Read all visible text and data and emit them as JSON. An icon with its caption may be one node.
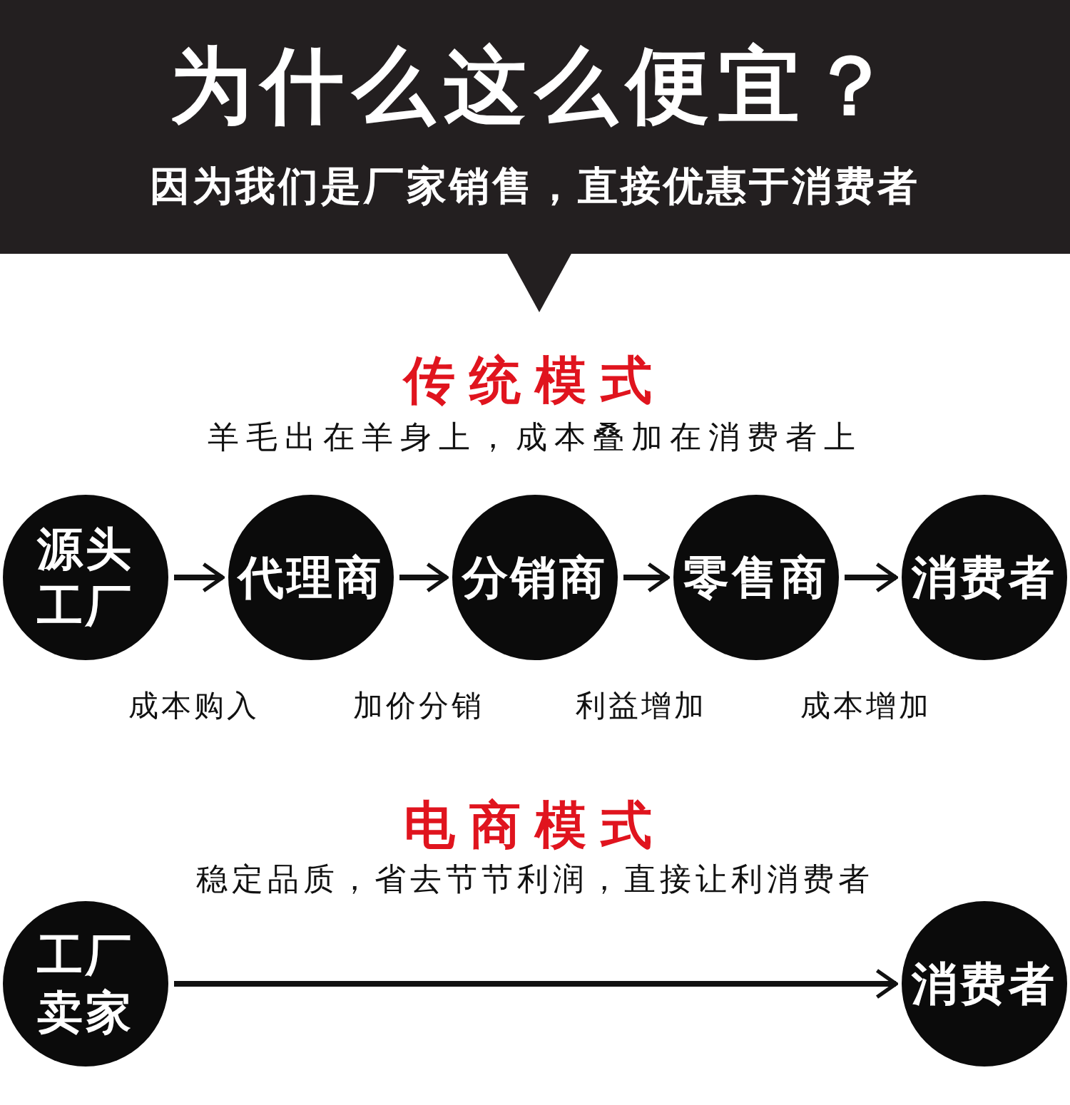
{
  "diagram": {
    "title": "为什么这么便宜？",
    "nodes": [
      {
        "text": [
          "源头工厂"
        ]
      },
      {
        "text": [
          "代理商"
        ]
      },
      {
        "text": [
          "分销商"
        ]
      },
      {
        "text": [
          "零售商"
        ]
      },
      {
        "text": [
          "消费者"
        ]
      },
      {
        "text": [
          "工厂卖家"
        ]
      },
      {
        "text": [
          "消费者"
        ]
      }
    ],
    "edges": [
      {
        "from": 0,
        "to": 1,
        "arrow": "to",
        "label": "成本购入"
      },
      {
        "from": 1,
        "to": 2,
        "arrow": "to",
        "label": "加价分销"
      },
      {
        "from": 2,
        "to": 3,
        "arrow": "to",
        "label": "利益增加"
      },
      {
        "from": 3,
        "to": 4,
        "arrow": "to",
        "label": "成本增加"
      },
      {
        "from": 5,
        "to": 6,
        "arrow": "to"
      }
    ],
    "labels": [
      "因为我们是厂家销售，直接优惠于消费者",
      "传统模式",
      "羊毛出在羊身上，成本叠加在消费者上",
      "电商模式",
      "稳定品质，省去节节利润，直接让利消费者"
    ]
  }
}
